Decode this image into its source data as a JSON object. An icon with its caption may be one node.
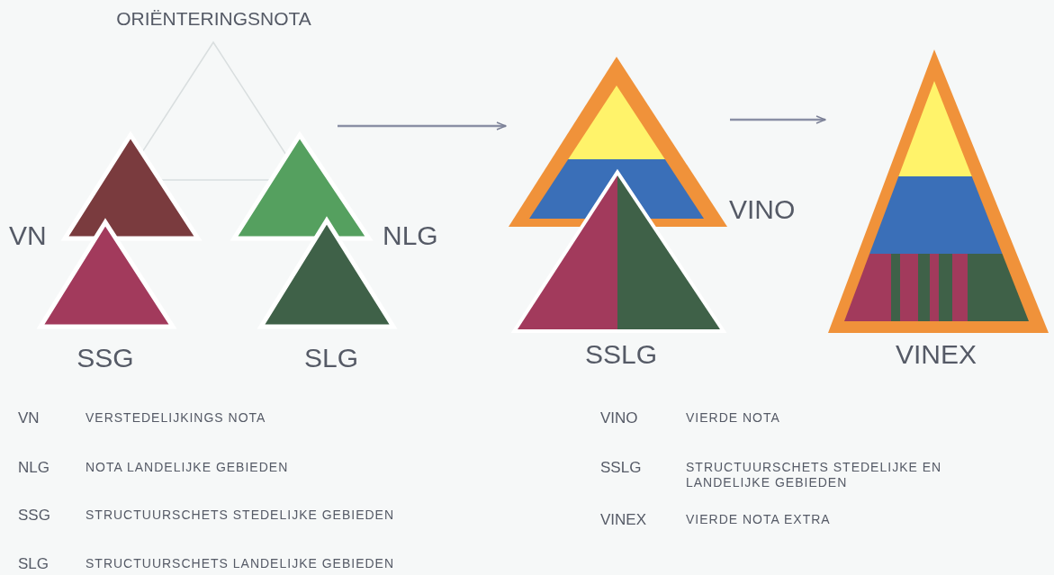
{
  "diagram": {
    "nodes": [
      {
        "text": [
          "ORIËNTERINGSNOTA"
        ]
      },
      {
        "text": [
          "VN"
        ]
      },
      {
        "text": [
          "NLG"
        ]
      },
      {
        "text": [
          "SSG"
        ]
      },
      {
        "text": [
          "SLG"
        ]
      },
      {
        "text": [
          "VINO"
        ]
      },
      {
        "text": [
          "SSLG"
        ]
      },
      {
        "text": [
          "VINEX"
        ]
      }
    ],
    "edges": [
      {
        "from": null,
        "to": 5,
        "arrow": "to"
      },
      {
        "from": 5,
        "to": 7,
        "arrow": "to"
      }
    ],
    "labels": [
      "VN",
      "VERSTEDELIJKINGS NOTA",
      "VINO",
      "VIERDE NOTA",
      "NLG",
      "NOTA LANDELIJKE GEBIEDEN",
      "SSLG",
      "STRUCTUURSCHETS STEDELIJKE EN LANDELIJKE GEBIEDEN",
      "SSG",
      "STRUCTUURSCHETS STEDELIJKE GEBIEDEN",
      "VINEX",
      "VIERDE NOTA EXTRA",
      "SLG",
      "STRUCTUURSCHETS LANDELIJKE GEBIEDEN"
    ]
  }
}
